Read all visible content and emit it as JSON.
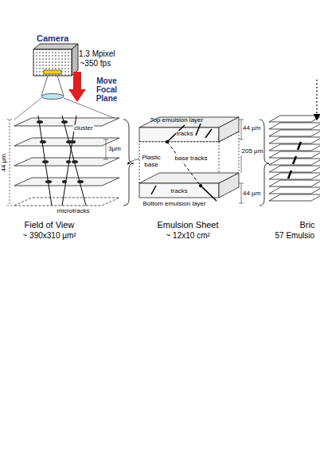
{
  "diagram": {
    "labels": [
      "Camera",
      "1.3 Mpixel",
      "~350 fps",
      "Move Focal Plane",
      "cluster",
      "3µm",
      "44 µm",
      "microtracks",
      "Field of View",
      "~ 390x310 µm²",
      "Top emulsion layer",
      "tracks",
      "Plastic base",
      "base tracks",
      "tracks",
      "Bottom emulsion layer",
      "44 µm",
      "205 µm",
      "44 µm",
      "Emulsion Sheet",
      "~ 12x10 cm²",
      "Bric",
      "57 Emulsio"
    ]
  }
}
